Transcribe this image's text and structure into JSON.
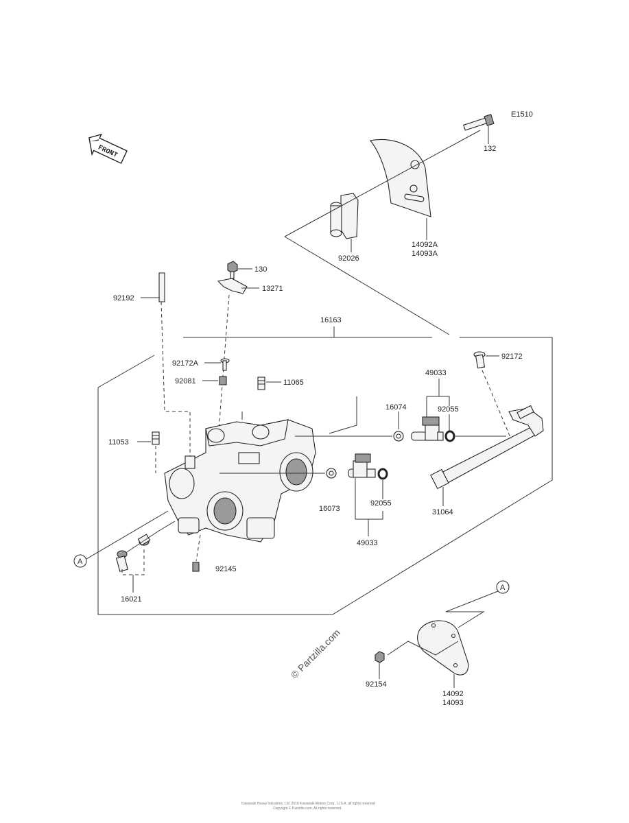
{
  "diagram_code": "E1510",
  "front_label": "FRONT",
  "watermark": "© Partzilla.com",
  "callouts": {
    "c132": "132",
    "c14092A": "14092A",
    "c14093A": "14093A",
    "c92026": "92026",
    "c130": "130",
    "c13271": "13271",
    "c92192": "92192",
    "c16163": "16163",
    "c92172A": "92172A",
    "c92081": "92081",
    "c11065": "11065",
    "c92172": "92172",
    "c49033_top": "49033",
    "c16074": "16074",
    "c92055_top": "92055",
    "c11053": "11053",
    "c16073": "16073",
    "c92055_bot": "92055",
    "c49033_bot": "49033",
    "c31064": "31064",
    "c92145": "92145",
    "c16021": "16021",
    "ref_a1": "A",
    "ref_a2": "A",
    "c92154": "92154",
    "c14092": "14092",
    "c14093": "14093"
  },
  "footer": {
    "line1": "Kawasaki Heavy Industries, Ltd. 2015 Kawasaki Motors Corp., U.S.A. all rights reserved",
    "line2": "Copyright © Partzilla.com. All rights reserved."
  }
}
